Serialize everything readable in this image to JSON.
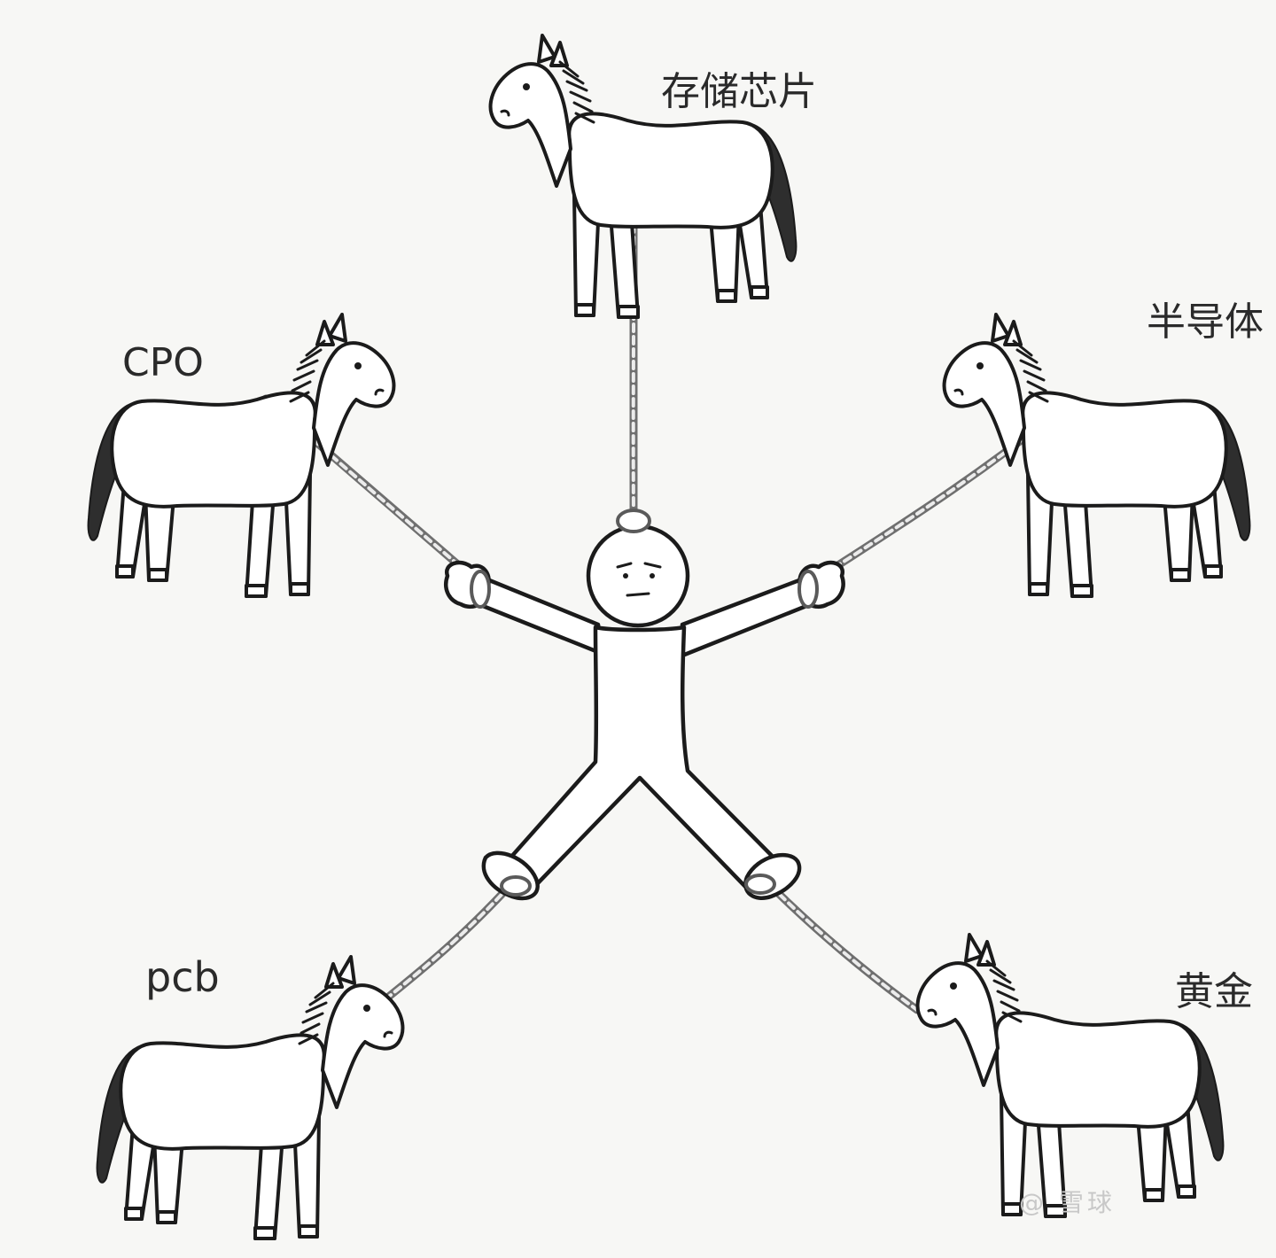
{
  "labels": {
    "top": "存储芯片",
    "upper_left": "CPO",
    "upper_right": "半导体",
    "lower_left": "pcb",
    "lower_right": "黄金"
  },
  "watermark": "@ 雪球"
}
